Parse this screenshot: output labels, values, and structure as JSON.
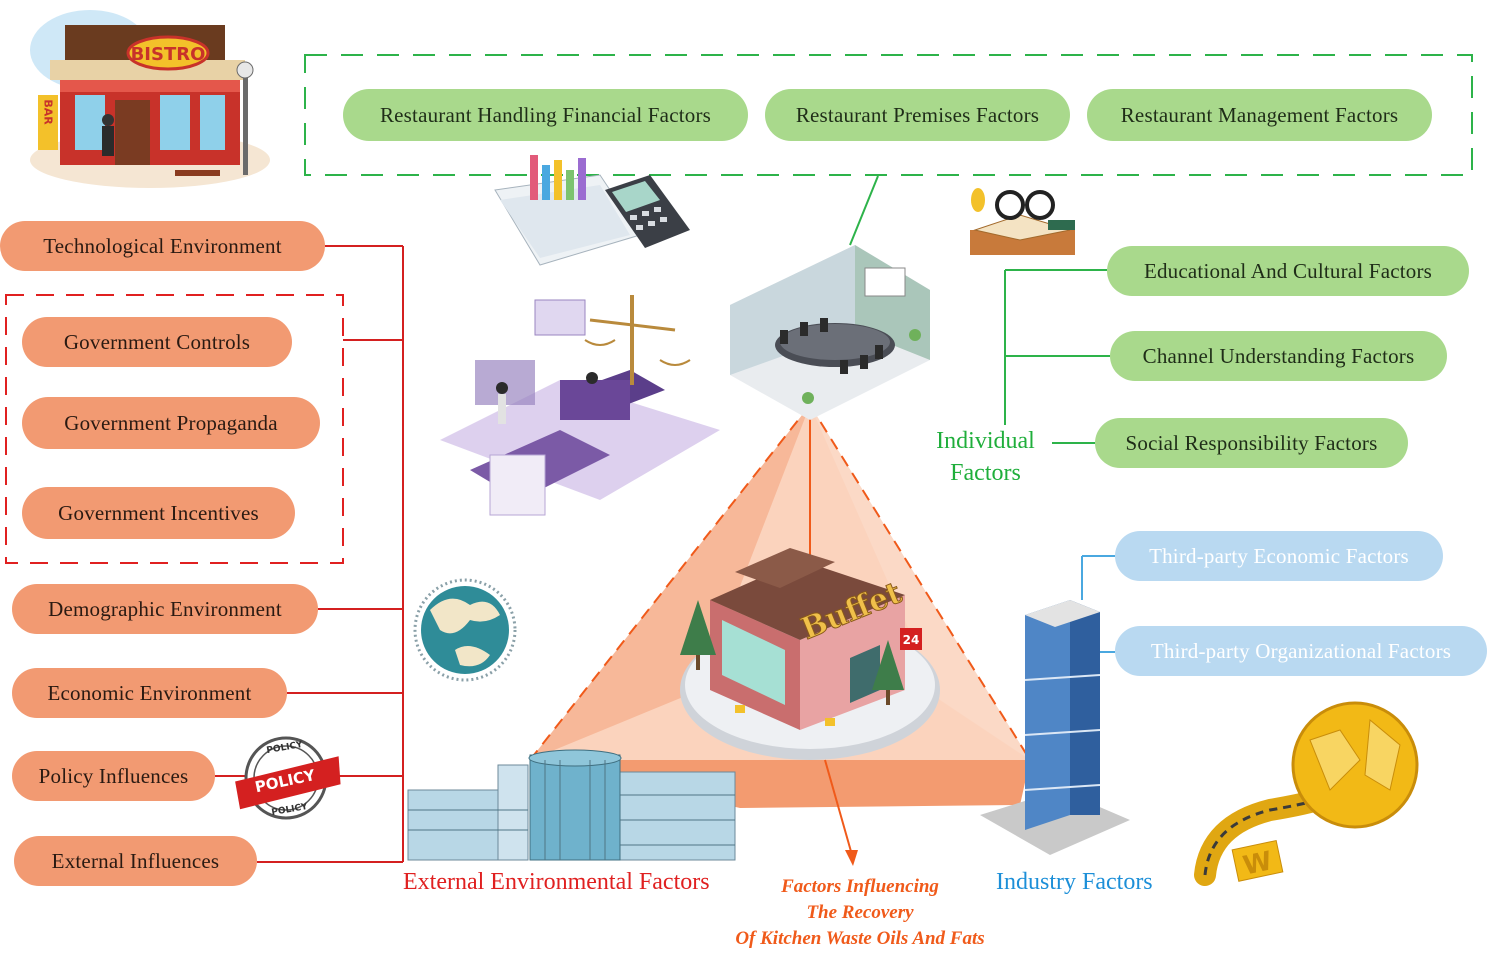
{
  "top_group": {
    "items": [
      {
        "label": "Restaurant Handling Financial Factors"
      },
      {
        "label": "Restaurant Premises Factors"
      },
      {
        "label": "Restaurant Management Factors"
      }
    ]
  },
  "external": {
    "title": "External Environmental Factors",
    "items": [
      {
        "label": "Technological Environment"
      },
      {
        "label": "Government Controls"
      },
      {
        "label": "Government Propaganda"
      },
      {
        "label": "Government Incentives"
      },
      {
        "label": "Demographic Environment"
      },
      {
        "label": "Economic Environment"
      },
      {
        "label": "Policy Influences"
      },
      {
        "label": "External Influences"
      }
    ]
  },
  "individual": {
    "title_line1": "Individual",
    "title_line2": "Factors",
    "items": [
      {
        "label": "Educational And Cultural Factors"
      },
      {
        "label": "Channel Understanding Factors"
      },
      {
        "label": "Social Responsibility Factors"
      }
    ]
  },
  "industry": {
    "title": "Industry Factors",
    "items": [
      {
        "label": "Third-party Economic Factors"
      },
      {
        "label": "Third-party Organizational Factors"
      }
    ]
  },
  "center": {
    "line1": "Factors Influencing",
    "line2": "The Recovery",
    "line3": "Of  Kitchen Waste  Oils And Fats"
  },
  "signs": {
    "bistro": "BISTRO",
    "bar": "BAR",
    "buffet": "Buffet",
    "open_24": "24",
    "policy": "POLICY",
    "policy_ring_top": "POLICY",
    "policy_ring_bottom": "POLICY",
    "w_logo": "W"
  },
  "colors": {
    "external": "#e02020",
    "individual": "#1fae3b",
    "industry": "#1c8fd8",
    "center": "#f05a1a",
    "orange_pill": "#f29a72",
    "green_pill": "#a9d98c",
    "blue_pill": "#b9d9f1"
  }
}
